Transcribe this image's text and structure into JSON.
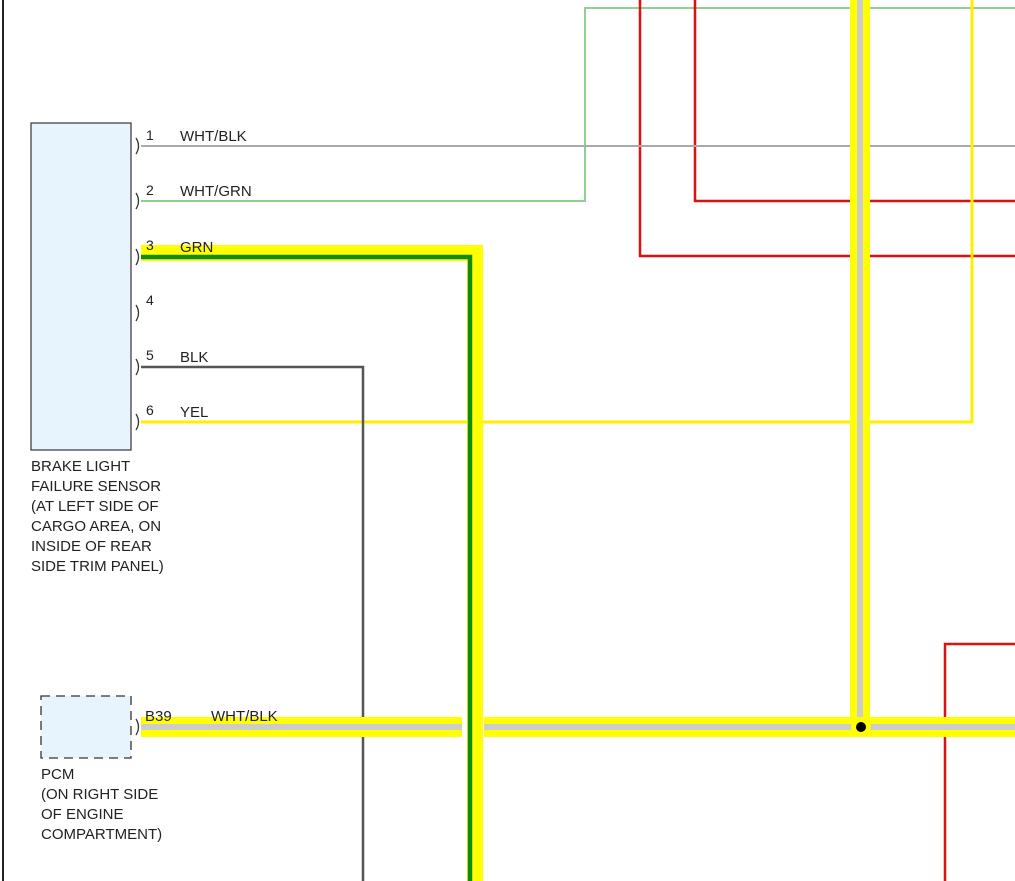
{
  "brake_sensor": {
    "pins": [
      {
        "num": "1",
        "wire": "WHT/BLK"
      },
      {
        "num": "2",
        "wire": "WHT/GRN"
      },
      {
        "num": "3",
        "wire": "GRN"
      },
      {
        "num": "4",
        "wire": ""
      },
      {
        "num": "5",
        "wire": "BLK"
      },
      {
        "num": "6",
        "wire": "YEL"
      }
    ],
    "label_lines": [
      "BRAKE LIGHT",
      "FAILURE SENSOR",
      "(AT LEFT SIDE OF",
      "CARGO AREA, ON",
      "INSIDE OF REAR",
      "SIDE TRIM PANEL)"
    ]
  },
  "pcm": {
    "pin": "B39",
    "wire": "WHT/BLK",
    "label_lines": [
      "PCM",
      "(ON RIGHT SIDE",
      "OF ENGINE",
      "COMPARTMENT)"
    ]
  },
  "colors": {
    "highlight": "#ffff00",
    "red_wire": "#dd1111",
    "green_wire": "#128a12",
    "light_green_wire": "#8fcf8f",
    "gray_wire": "#aaaaaa",
    "dark_wire": "#555555",
    "yellow_wire": "#ffee00",
    "connector_fill": "#e8f4fd"
  }
}
